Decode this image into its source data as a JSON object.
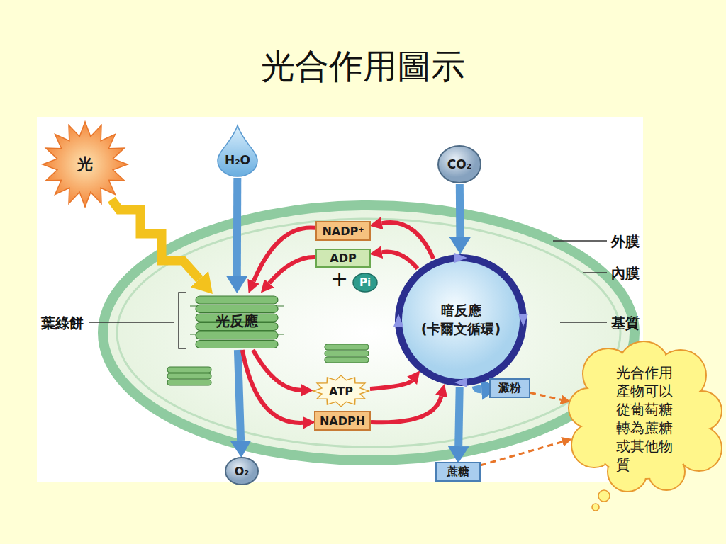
{
  "diagram": {
    "title": "光合作用圖示",
    "nodes": [
      {
        "text": [
          "光"
        ]
      },
      {
        "text": [
          "H₂O"
        ]
      },
      {
        "text": [
          "CO₂"
        ]
      },
      {
        "text": [
          "NADP⁺"
        ]
      },
      {
        "text": [
          "ADP"
        ]
      },
      {
        "text": [
          "Pi"
        ]
      },
      {
        "text": [
          "光反應"
        ]
      },
      {
        "text": [
          "暗反應",
          "(卡爾文循環)"
        ]
      },
      {
        "text": [
          "ATP"
        ]
      },
      {
        "text": [
          "NADPH"
        ]
      },
      {
        "text": [
          "澱粉"
        ]
      },
      {
        "text": [
          "O₂"
        ]
      },
      {
        "text": [
          "蔗糖"
        ]
      },
      {
        "text": [
          "光合作用產物可以從葡萄糖轉為蔗糖或其他物質"
        ]
      }
    ],
    "edges": [
      {
        "from": 0,
        "to": 6,
        "arrow": "to"
      },
      {
        "from": 1,
        "to": 6,
        "arrow": "to"
      },
      {
        "from": 6,
        "to": 11,
        "arrow": "to"
      },
      {
        "from": 2,
        "to": 7,
        "arrow": "to"
      },
      {
        "from": 7,
        "to": 3,
        "arrow": "to"
      },
      {
        "from": 3,
        "to": 6,
        "arrow": "to"
      },
      {
        "from": 7,
        "to": 4,
        "arrow": "to"
      },
      {
        "from": 4,
        "to": 6,
        "arrow": "to"
      },
      {
        "from": 6,
        "to": 8,
        "arrow": "to"
      },
      {
        "from": 8,
        "to": 7,
        "arrow": "to"
      },
      {
        "from": 6,
        "to": 9,
        "arrow": "to"
      },
      {
        "from": 9,
        "to": 7,
        "arrow": "to"
      },
      {
        "from": 7,
        "to": 10,
        "arrow": "to"
      },
      {
        "from": 7,
        "to": 12,
        "arrow": "to"
      },
      {
        "from": 10,
        "to": 13,
        "arrow": "to"
      },
      {
        "from": 12,
        "to": 13,
        "arrow": "to"
      }
    ],
    "labels": [
      "外膜",
      "內膜",
      "基質",
      "葉綠餅",
      "+"
    ]
  }
}
